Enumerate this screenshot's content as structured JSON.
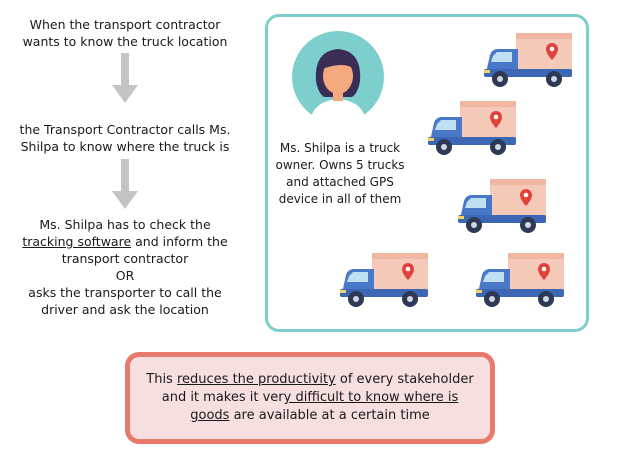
{
  "flow": {
    "step1": {
      "line1": "When the transport contractor",
      "line2": "wants to know the truck location"
    },
    "step2": {
      "line1": "the Transport Contractor calls Ms.",
      "line2": "Shilpa to know where the truck is"
    },
    "step3": {
      "line1": "Ms. Shilpa has to check the",
      "link": "tracking software",
      "line2_rest": " and inform the",
      "line3": "transport contractor",
      "line4": "OR",
      "line5": "asks the transporter to call the",
      "line6": "driver and ask the location"
    }
  },
  "owner": {
    "line1": "Ms. Shilpa is a truck",
    "line2": "owner. Owns 5 trucks",
    "line3": "and attached GPS",
    "line4": "device in all of them",
    "truck_count": 5
  },
  "callout": {
    "part1": "This ",
    "part2": "reduces the productivity",
    "part3": " of every stakeholder",
    "part4": "and it makes it ver",
    "part5": "y difficult to know where is",
    "part6": "goods",
    "part7": " are available at a certain time"
  },
  "colors": {
    "panel_border": "#7ccfcc",
    "arrow": "#c4c4c4",
    "avatar_bg": "#7ccfcc",
    "truck_cab": "#4a78c8",
    "truck_box": "#f5c9b8",
    "pin": "#e0433d",
    "callout_bg": "#f7dfdf",
    "callout_border": "#e8796c"
  }
}
